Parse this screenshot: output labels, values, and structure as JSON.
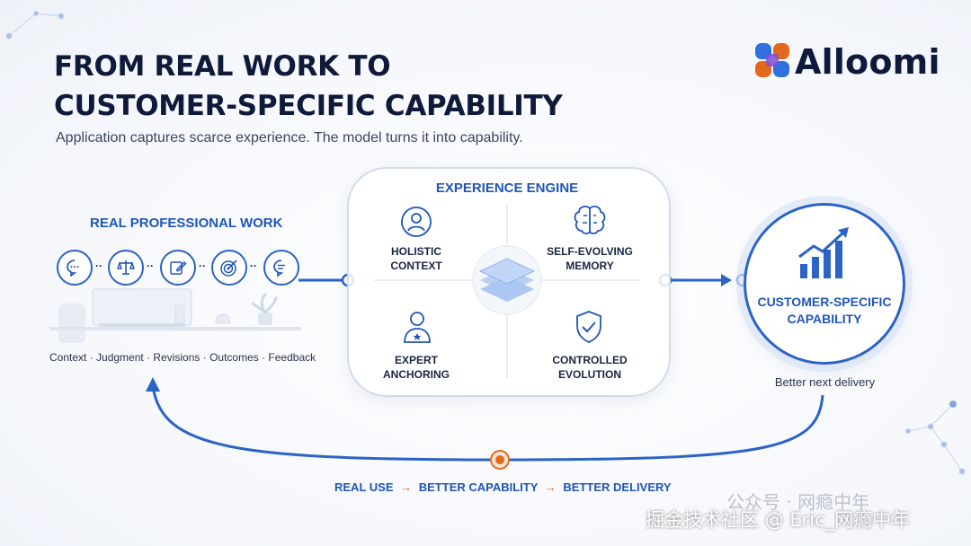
{
  "header": {
    "title_line1": "FROM REAL WORK TO",
    "title_line2": "CUSTOMER-SPECIFIC CAPABILITY",
    "subtitle": "Application captures scarce experience. The model turns it into capability."
  },
  "brand": {
    "name": "Alloomi"
  },
  "real_work": {
    "title": "REAL PROFESSIONAL WORK",
    "steps_text": "Context · Judgment · Revisions · Outcomes · Feedback",
    "icons": [
      "chat-icon",
      "scales-icon",
      "edit-icon",
      "target-icon",
      "message-icon"
    ]
  },
  "engine": {
    "title": "EXPERIENCE ENGINE",
    "nodes": [
      {
        "label_line1": "HOLISTIC",
        "label_line2": "CONTEXT",
        "icon": "person-icon"
      },
      {
        "label_line1": "SELF-EVOLVING",
        "label_line2": "MEMORY",
        "icon": "brain-icon"
      },
      {
        "label_line1": "EXPERT",
        "label_line2": "ANCHORING",
        "icon": "expert-icon"
      },
      {
        "label_line1": "CONTROLLED",
        "label_line2": "EVOLUTION",
        "icon": "shield-check-icon"
      }
    ],
    "center_icon": "layers-icon"
  },
  "capability": {
    "label_line1": "CUSTOMER-SPECIFIC",
    "label_line2": "CAPABILITY",
    "subtitle": "Better next delivery",
    "icon": "growth-chart-icon"
  },
  "loop": {
    "step1": "REAL USE",
    "step2": "BETTER CAPABILITY",
    "step3": "BETTER DELIVERY",
    "arrow": "→"
  },
  "watermarks": {
    "wechat": "公众号 · 网瘾中年",
    "site": "掘金技术社区 @ Eric_网瘾中年"
  },
  "colors": {
    "primary_blue": "#2b63c6",
    "label_blue": "#1f56b8",
    "accent_orange": "#e4681c",
    "dark_text": "#0f1a3a"
  }
}
